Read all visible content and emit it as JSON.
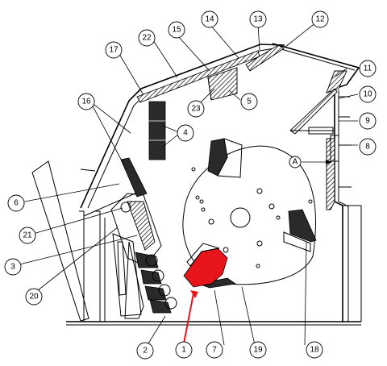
{
  "callouts": {
    "c1": "1",
    "c2": "2",
    "c3": "3",
    "c4": "4",
    "c5": "5",
    "c6": "6",
    "c7": "7",
    "c8": "8",
    "c9": "9",
    "c10": "10",
    "c11": "11",
    "c12": "12",
    "c13": "13",
    "c14": "14",
    "c15": "15",
    "c16": "16",
    "c17": "17",
    "c18": "18",
    "c19": "19",
    "c20": "20",
    "c21": "21",
    "c22": "22",
    "c23": "23"
  },
  "view_marker": {
    "label": "A"
  },
  "colors": {
    "highlight": "#e8141c",
    "line": "#000000",
    "background": "#ffffff"
  },
  "highlighted_part": "1"
}
